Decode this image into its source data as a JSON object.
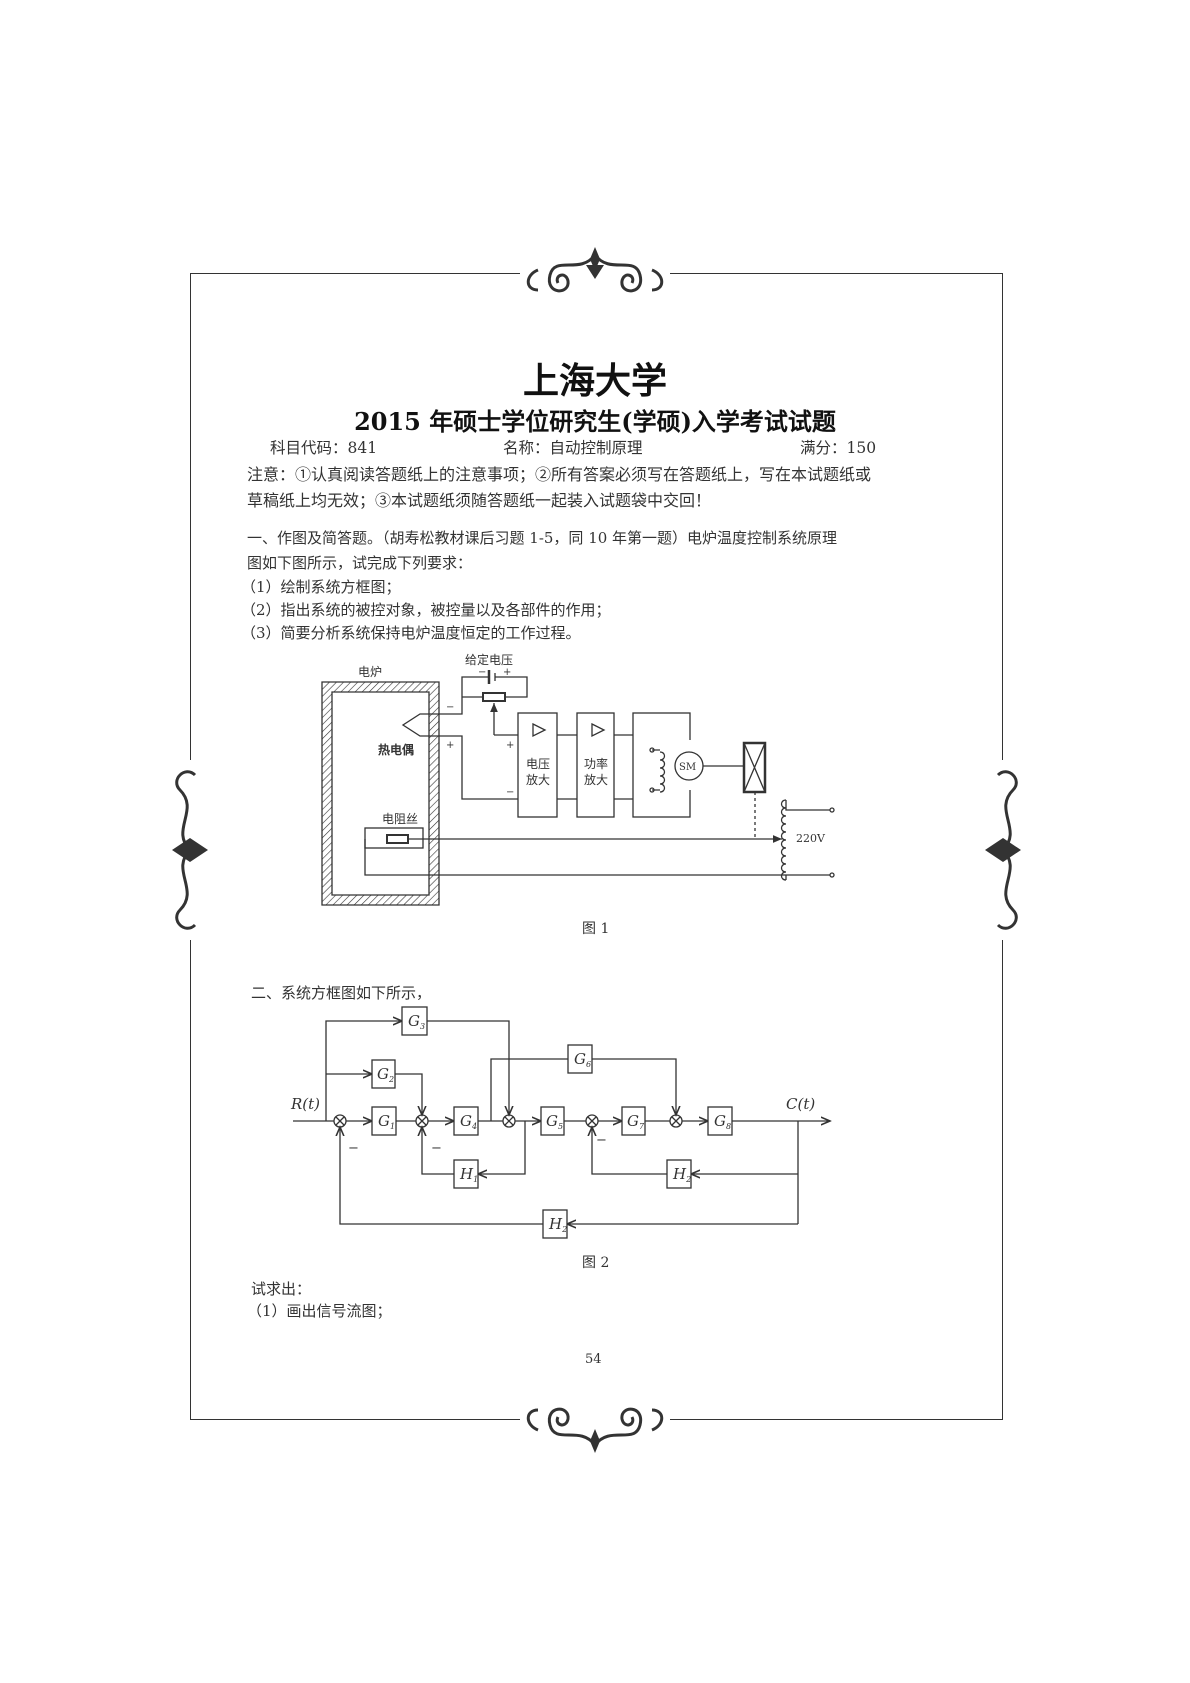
{
  "header": {
    "university": "上海大学",
    "exam_title": "2015 年硕士学位研究生(学硕)入学考试试题",
    "subject_code": "科目代码：841",
    "subject_name": "名称：自动控制原理",
    "full_score": "满分：150"
  },
  "notice": {
    "line1": "注意：①认真阅读答题纸上的注意事项；②所有答案必须写在答题纸上，写在本试题纸或",
    "line2": "草稿纸上均无效；③本试题纸须随答题纸一起装入试题袋中交回！"
  },
  "question1": {
    "line1": "一、作图及简答题。（胡寿松教材课后习题 1-5，同 10 年第一题）电炉温度控制系统原理",
    "line2": "图如下图所示，试完成下列要求：",
    "items": [
      "（1）绘制系统方框图；",
      "（2）指出系统的被控对象，被控量以及各部件的作用；",
      "（3）简要分析系统保持电炉温度恒定的工作过程。"
    ],
    "figure": {
      "furnace": "电炉",
      "reference_voltage": "给定电压",
      "thermocouple": "热电偶",
      "voltage_amp_1": "电压",
      "voltage_amp_2": "放大",
      "power_amp_1": "功率",
      "power_amp_2": "放大",
      "motor": "SM",
      "heater": "电阻丝",
      "supply": "220V",
      "minus": "−",
      "plus": "+",
      "caption": "图  1"
    }
  },
  "question2": {
    "line1": "二、系统方框图如下所示，",
    "figure": {
      "input": "R(t)",
      "output": "C(t)",
      "blocks": {
        "G1": "G",
        "G2": "G",
        "G3": "G",
        "G4": "G",
        "G5": "G",
        "G6": "G",
        "G7": "G",
        "G8": "G",
        "H1": "H",
        "H2a": "H",
        "H2b": "H"
      },
      "subscripts": {
        "G1": "1",
        "G2": "2",
        "G3": "3",
        "G4": "4",
        "G5": "5",
        "G6": "6",
        "G7": "7",
        "G8": "8",
        "H1": "1",
        "H2a": "2",
        "H2b": "2"
      },
      "minus": "−",
      "caption": "图  2"
    },
    "ask": "试求出：",
    "items": [
      "（1）画出信号流图；"
    ]
  },
  "page_number": "54"
}
